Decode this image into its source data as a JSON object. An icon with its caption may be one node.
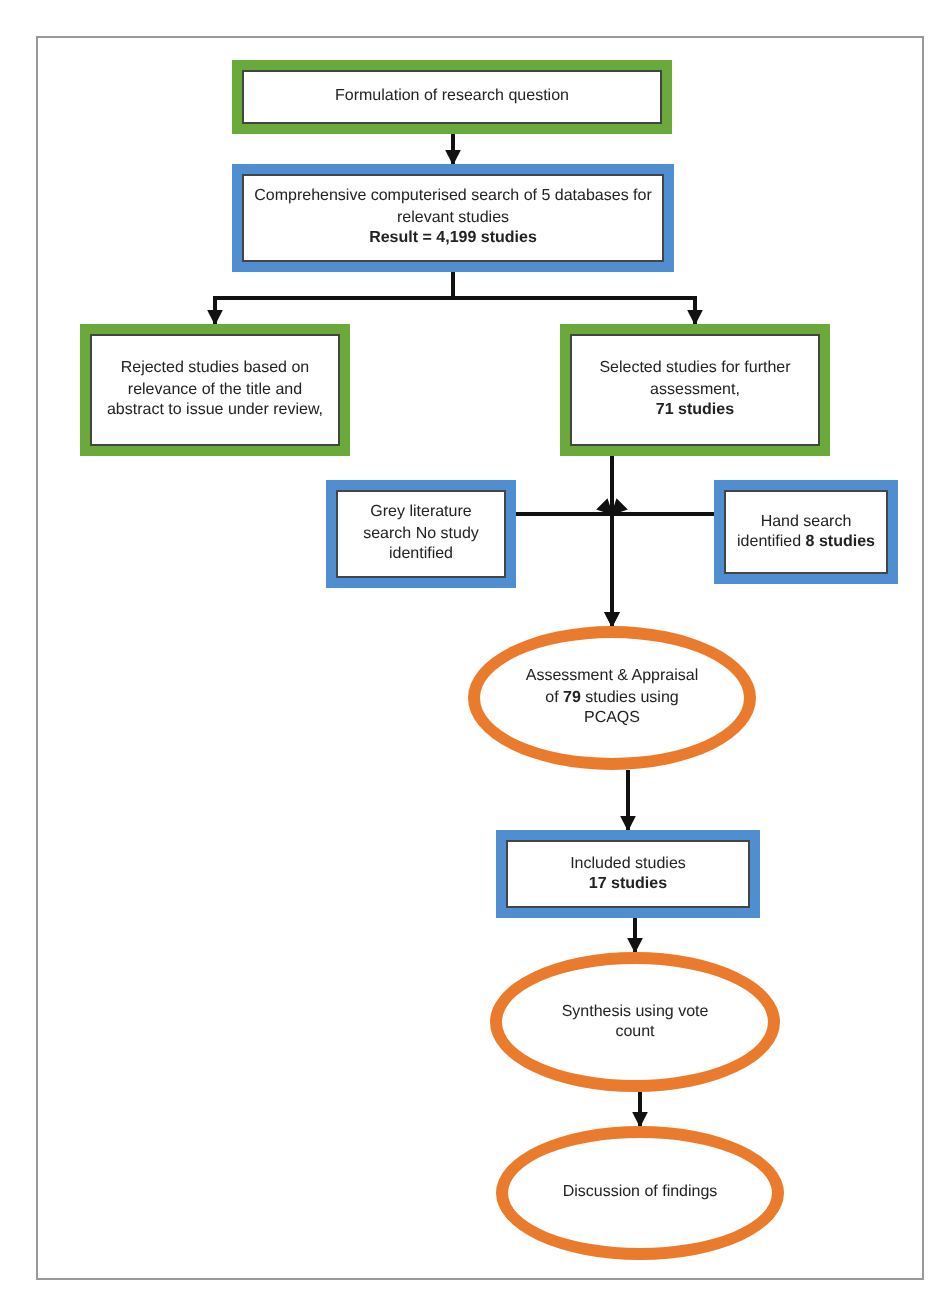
{
  "diagram": {
    "nodes": [
      {
        "text": [
          "Formulation of research question"
        ]
      },
      {
        "text": [
          "Comprehensive computerised search of 5 databases for relevant studies",
          "**Result = 4,199 studies**"
        ]
      },
      {
        "text": [
          "Rejected studies based on relevance of the title and abstract to issue under review,"
        ]
      },
      {
        "text": [
          "Selected studies for further assessment,",
          "**71 studies**"
        ]
      },
      {
        "text": [
          "Grey literature search No study identified"
        ]
      },
      {
        "text": [
          "Hand search identified **8 studies**"
        ]
      },
      {
        "text": [
          "Assessment & Appraisal of **79** studies using PCAQS"
        ]
      },
      {
        "text": [
          "Included studies",
          "**17 studies**"
        ]
      },
      {
        "text": [
          "Synthesis using vote count"
        ]
      },
      {
        "text": [
          "Discussion of findings"
        ]
      }
    ],
    "edges": [
      {
        "from": 0,
        "to": 1,
        "arrow": "to"
      },
      {
        "from": 1,
        "to": 2,
        "arrow": "to"
      },
      {
        "from": 1,
        "to": 3,
        "arrow": "to"
      },
      {
        "from": 3,
        "to": 6,
        "arrow": "to"
      },
      {
        "from": 4,
        "to": 6,
        "arrow": "to"
      },
      {
        "from": 5,
        "to": 6,
        "arrow": "to"
      },
      {
        "from": 6,
        "to": 7,
        "arrow": "to"
      },
      {
        "from": 7,
        "to": 8,
        "arrow": "to"
      },
      {
        "from": 8,
        "to": 9,
        "arrow": "to"
      }
    ]
  }
}
